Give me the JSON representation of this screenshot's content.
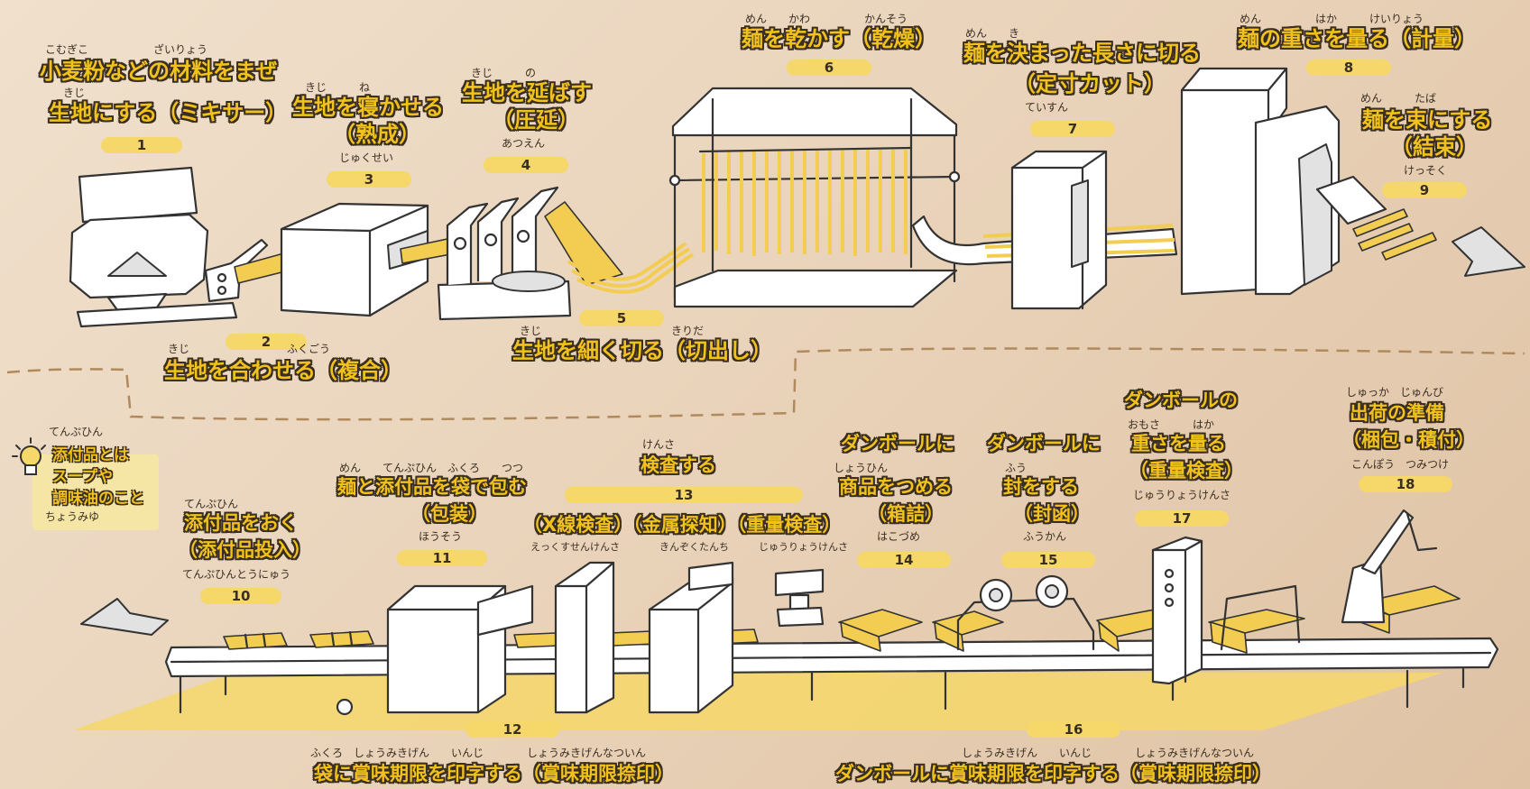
{
  "steps": [
    {
      "num": "1",
      "lines": [
        "小麦粉などの材料をまぜ",
        "生地にする（ミキサー）"
      ],
      "ruby_top": "こむぎこ　　　　　　ざいりょう",
      "ruby_mid": "きじ",
      "ruby_bottom": ""
    },
    {
      "num": "2",
      "lines": [
        "生地を合わせる（複合）"
      ],
      "ruby_top": "きじ　　　　　　　　　ふくごう",
      "ruby_bottom": ""
    },
    {
      "num": "3",
      "lines": [
        "生地を寝かせる",
        "（熟成）"
      ],
      "ruby_top": "きじ　　　ね",
      "ruby_bottom": "じゅくせい"
    },
    {
      "num": "4",
      "lines": [
        "生地を延ばす",
        "（圧延）"
      ],
      "ruby_top": "きじ　　　の",
      "ruby_bottom": "あつえん"
    },
    {
      "num": "5",
      "lines": [
        "生地を細く切る（切出し）"
      ],
      "ruby_top": "きじ　　　　　　　　　　　　きりだ",
      "ruby_bottom": ""
    },
    {
      "num": "6",
      "lines": [
        "麺を乾かす（乾燥）"
      ],
      "ruby_top": "めん　　かわ　　　　　かんそう",
      "ruby_bottom": ""
    },
    {
      "num": "7",
      "lines": [
        "麺を決まった長さに切る",
        "（定寸カット）"
      ],
      "ruby_top": "めん　　き",
      "ruby_bottom": "ていすん"
    },
    {
      "num": "8",
      "lines": [
        "麺の重さを量る（計量）"
      ],
      "ruby_top": "めん　　　　　はか　　　けいりょう",
      "ruby_bottom": ""
    },
    {
      "num": "9",
      "lines": [
        "麺を束にする",
        "（結束）"
      ],
      "ruby_top": "めん　　　たば",
      "ruby_bottom": "けっそく"
    },
    {
      "num": "10",
      "lines": [
        "添付品をおく",
        "（添付品投入）"
      ],
      "ruby_top": "てんぷひん",
      "ruby_bottom": "てんぷひんとうにゅう"
    },
    {
      "num": "11",
      "lines": [
        "麺と添付品を袋で包む",
        "（包装）"
      ],
      "ruby_top": "めん　　てんぷひん　ふくろ　　つつ",
      "ruby_bottom": "ほうそう"
    },
    {
      "num": "12",
      "lines": [
        "袋に賞味期限を印字する（賞味期限捺印）"
      ],
      "ruby_top": "ふくろ　しょうみきげん　　いんじ　　　　しょうみきげんなついん",
      "ruby_bottom": ""
    },
    {
      "num": "13",
      "lines": [
        "検査する",
        "（X線検査）（金属探知）（重量検査）"
      ],
      "ruby_top": "けんさ",
      "ruby_bottom": "えっくすせんけんさ　　　　きんぞくたんち　　　じゅうりょうけんさ"
    },
    {
      "num": "14",
      "lines": [
        "ダンボールに",
        "商品をつめる",
        "（箱詰）"
      ],
      "ruby_top": "しょうひん",
      "ruby_bottom": "はこづめ"
    },
    {
      "num": "15",
      "lines": [
        "ダンボールに",
        "封をする",
        "（封函）"
      ],
      "ruby_top": "ふう",
      "ruby_bottom": "ふうかん"
    },
    {
      "num": "16",
      "lines": [
        "ダンボールに賞味期限を印字する（賞味期限捺印）"
      ],
      "ruby_top": "しょうみきげん　　いんじ　　　　しょうみきげんなついん",
      "ruby_bottom": ""
    },
    {
      "num": "17",
      "lines": [
        "ダンボールの",
        "重さを量る",
        "（重量検査）"
      ],
      "ruby_top": "おもさ　　　はか",
      "ruby_bottom": "じゅうりょうけんさ"
    },
    {
      "num": "18",
      "lines": [
        "出荷の準備",
        "（梱包・積付）"
      ],
      "ruby_top": "しゅっか　じゅんび",
      "ruby_bottom": "こんぽう　つみつけ"
    }
  ],
  "note": {
    "lines": [
      "添付品とは",
      "スープや",
      "調味油のこと"
    ],
    "ruby_top": "てんぷひん",
    "ruby_bottom": "ちょうみゆ",
    "icon": "lightbulb-icon"
  },
  "colors": {
    "accent": "#f1c21b",
    "pill": "#f6d76a",
    "background": "#e8d1b7",
    "outline": "#3a2e22"
  }
}
